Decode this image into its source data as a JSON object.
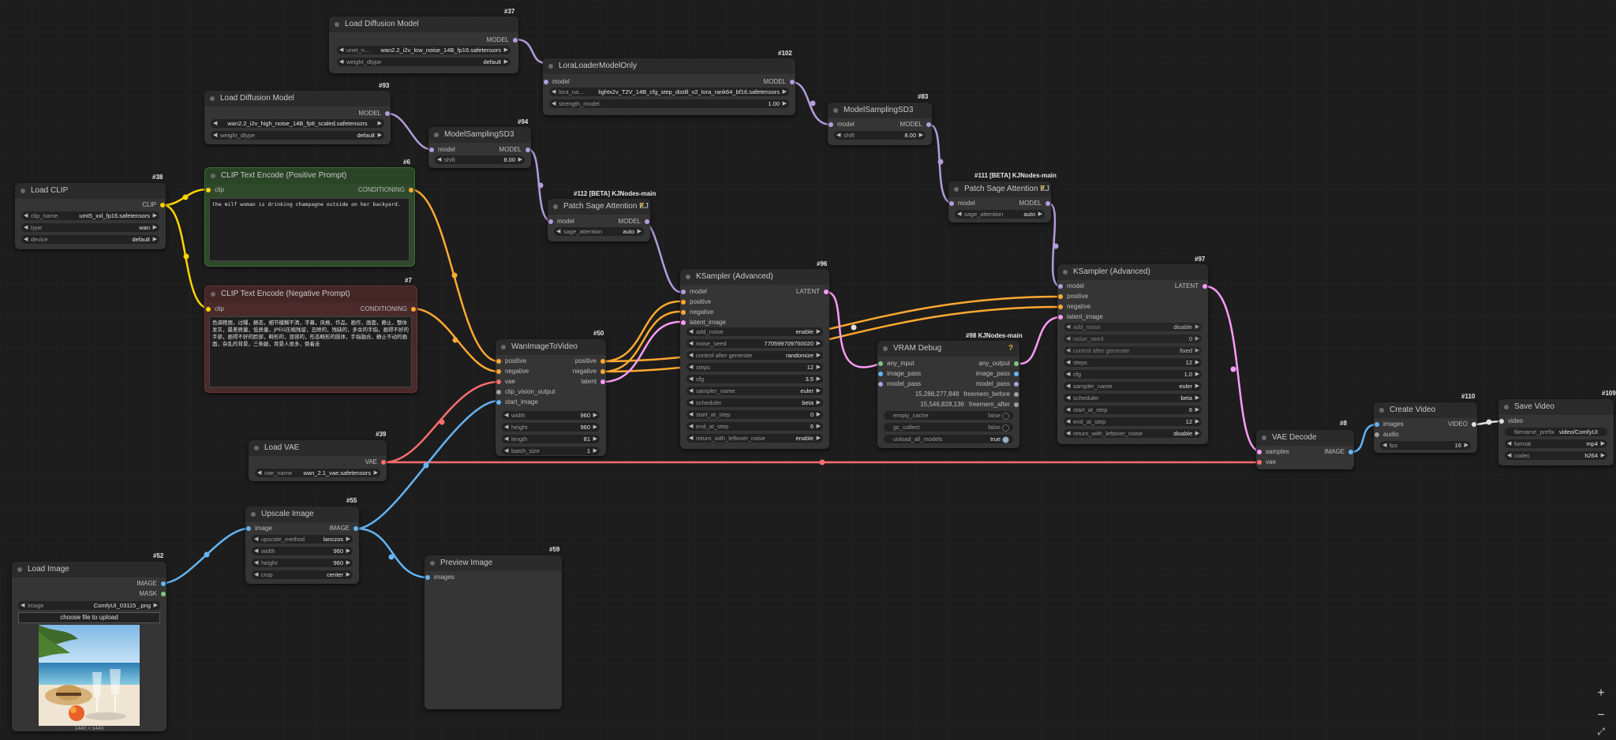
{
  "nodes": {
    "load_diffusion_low": {
      "title": "Load Diffusion Model",
      "badge": "#37",
      "out_model": "MODEL",
      "unet_label": "unet_n...",
      "unet_value": "wan2.2_i2v_low_noise_14B_fp16.safetensors",
      "dtype_label": "weight_dtype",
      "dtype_value": "default"
    },
    "load_diffusion_high": {
      "title": "Load Diffusion Model",
      "badge": "#93",
      "out_model": "MODEL",
      "unet_value": "wan2.2_i2v_high_noise_14B_fp8_scaled.safetensors",
      "dtype_label": "weight_dtype",
      "dtype_value": "default"
    },
    "lora_loader": {
      "title": "LoraLoaderModelOnly",
      "badge": "#102",
      "in_model": "model",
      "out_model": "MODEL",
      "lora_label": "lora_na...",
      "lora_value": "lightx2v_T2V_14B_cfg_step_distill_v2_lora_rank64_bf16.safetensors",
      "strength_label": "strength_model",
      "strength_value": "1.00"
    },
    "model_sampling_94": {
      "title": "ModelSamplingSD3",
      "badge": "#94",
      "in_model": "model",
      "out_model": "MODEL",
      "shift_label": "shift",
      "shift_value": "8.00"
    },
    "model_sampling_83": {
      "title": "ModelSamplingSD3",
      "badge": "#83",
      "in_model": "model",
      "out_model": "MODEL",
      "shift_label": "shift",
      "shift_value": "8.00"
    },
    "patch_sage_112": {
      "title": "Patch Sage Attention KJ",
      "badge": "#112 [BETA] KJNodes-main",
      "help": "?",
      "in_model": "model",
      "out_model": "MODEL",
      "sage_label": "sage_attention",
      "sage_value": "auto"
    },
    "patch_sage_111": {
      "title": "Patch Sage Attention KJ",
      "badge": "#111 [BETA] KJNodes-main",
      "help": "?",
      "in_model": "model",
      "out_model": "MODEL",
      "sage_label": "sage_attention",
      "sage_value": "auto"
    },
    "load_clip": {
      "title": "Load CLIP",
      "badge": "#38",
      "out_clip": "CLIP",
      "clip_label": "clip_name",
      "clip_value": "umt5_xxl_fp16.safetensors",
      "type_label": "type",
      "type_value": "wan",
      "device_label": "device",
      "device_value": "default"
    },
    "clip_pos": {
      "title": "CLIP Text Encode (Positive Prompt)",
      "badge": "#6",
      "in_clip": "clip",
      "out": "CONDITIONING",
      "text": "the milf woman is drinking champagne outside on her backyard."
    },
    "clip_neg": {
      "title": "CLIP Text Encode (Negative Prompt)",
      "badge": "#7",
      "in_clip": "clip",
      "out": "CONDITIONING",
      "text": "色调艳丽，过曝，静态，细节模糊不清，字幕，风格，作品，画作，画面，静止，整体发灰，最差质量，低质量，JPEG压缩残留，丑陋的，残缺的，多余的手指，画得不好的手部，画得不好的脸部，畸形的，毁容的，形态畸形的肢体，手指融合，静止不动的画面，杂乱的背景，三条腿，背景人很多，倒着走"
    },
    "wan_i2v": {
      "title": "WanImageToVideo",
      "badge": "#50",
      "inputs": [
        "positive",
        "negative",
        "vae",
        "clip_vision_output",
        "start_image"
      ],
      "outputs": [
        "positive",
        "negative",
        "latent"
      ],
      "width_label": "width",
      "width_value": "960",
      "height_label": "height",
      "height_value": "960",
      "length_label": "length",
      "length_value": "81",
      "batch_label": "batch_size",
      "batch_value": "1"
    },
    "load_vae": {
      "title": "Load VAE",
      "badge": "#39",
      "out_vae": "VAE",
      "vae_label": "vae_name",
      "vae_value": "wan_2.1_vae.safetensors"
    },
    "upscale": {
      "title": "Upscale Image",
      "badge": "#55",
      "in_image": "image",
      "out_image": "IMAGE",
      "method_label": "upscale_method",
      "method_value": "lanczos",
      "width_label": "width",
      "width_value": "960",
      "height_label": "height",
      "height_value": "960",
      "crop_label": "crop",
      "crop_value": "center"
    },
    "load_image": {
      "title": "Load Image",
      "badge": "#52",
      "out_image": "IMAGE",
      "out_mask": "MASK",
      "image_label": "image",
      "image_value": "ComfyUI_03115_.png",
      "upload_label": "choose file to upload",
      "dims": "1440 × 1440"
    },
    "preview": {
      "title": "Preview Image",
      "badge": "#59",
      "in_images": "images"
    },
    "ksampler_96": {
      "title": "KSampler (Advanced)",
      "badge": "#96",
      "inputs": [
        "model",
        "positive",
        "negative",
        "latent_image"
      ],
      "out_latent": "LATENT",
      "widgets": [
        [
          "add_noise",
          "enable"
        ],
        [
          "noise_seed",
          "770599709750020"
        ],
        [
          "control after generate",
          "randomize"
        ],
        [
          "steps",
          "12"
        ],
        [
          "cfg",
          "3.5"
        ],
        [
          "sampler_name",
          "euler"
        ],
        [
          "scheduler",
          "beta"
        ],
        [
          "start_at_step",
          "0"
        ],
        [
          "end_at_step",
          "6"
        ],
        [
          "return_with_leftover_noise",
          "enable"
        ]
      ]
    },
    "ksampler_97": {
      "title": "KSampler (Advanced)",
      "badge": "#97",
      "inputs": [
        "model",
        "positive",
        "negative",
        "latent_image"
      ],
      "out_latent": "LATENT",
      "widgets": [
        [
          "add_noise",
          "disable"
        ],
        [
          "noise_seed",
          "0"
        ],
        [
          "control after generate",
          "fixed"
        ],
        [
          "steps",
          "12"
        ],
        [
          "cfg",
          "1.0"
        ],
        [
          "sampler_name",
          "euler"
        ],
        [
          "scheduler",
          "beta"
        ],
        [
          "start_at_step",
          "6"
        ],
        [
          "end_at_step",
          "12"
        ],
        [
          "return_with_leftover_noise",
          "disable"
        ]
      ]
    },
    "vram_debug": {
      "title": "VRAM Debug",
      "badge": "#98 KJNodes-main",
      "help": "?",
      "inputs": [
        "any_input",
        "image_pass",
        "model_pass"
      ],
      "outputs": [
        "any_output",
        "image_pass",
        "model_pass",
        "freemem_before",
        "freemem_after"
      ],
      "freemem_before_value": "15,288,277,848",
      "freemem_after_value": "15,546,828,136",
      "widgets": [
        [
          "empty_cache",
          "false"
        ],
        [
          "gc_collect",
          "false"
        ],
        [
          "unload_all_models",
          "true"
        ]
      ]
    },
    "vae_decode": {
      "title": "VAE Decode",
      "badge": "#8",
      "in_samples": "samples",
      "in_vae": "vae",
      "out_image": "IMAGE"
    },
    "create_video": {
      "title": "Create Video",
      "badge": "#110",
      "in_images": "images",
      "in_audio": "audio",
      "out_video": "VIDEO",
      "fps_label": "fps",
      "fps_value": "16"
    },
    "save_video": {
      "title": "Save Video",
      "badge": "#109",
      "in_video": "video",
      "prefix_label": "filename_prefix",
      "prefix_value": "video/ComfyUI",
      "format_label": "format",
      "format_value": "mp4",
      "codec_label": "codec",
      "codec_value": "h264"
    }
  },
  "controls": {
    "zoom_in": "+",
    "zoom_out": "−",
    "fit": "⤢"
  },
  "colors": {
    "model": "#b39ddb",
    "clip": "#ffd500",
    "conditioning": "#ffa931",
    "latent": "#ff9cf9",
    "vae": "#ff6e6e",
    "image": "#64b5f6",
    "video": "#e0e0e0",
    "mask": "#81c784",
    "any": "#b0b0b0"
  }
}
